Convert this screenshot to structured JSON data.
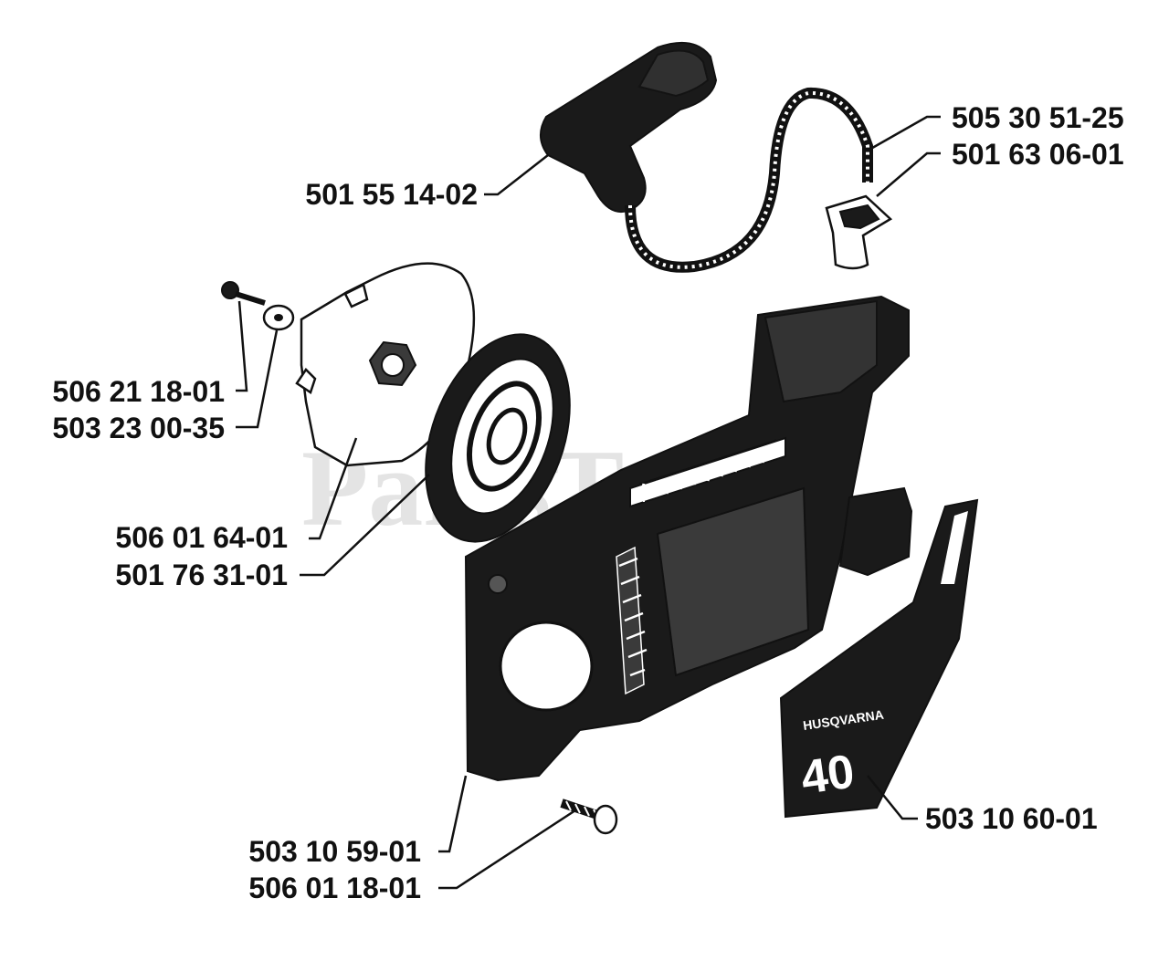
{
  "watermark": "PartsTree",
  "decal": {
    "brand": "HUSQVARNA",
    "model": "40"
  },
  "parts": {
    "handle": "501 55 14-02",
    "rope": "505 30 51-25",
    "rope_guide": "501 63 06-01",
    "screw_top": "506 21 18-01",
    "washer": "503 23 00-35",
    "pulley": "506 01 64-01",
    "spring": "501 76 31-01",
    "housing_part": "503 10 59-01",
    "screw_bottom": "506 01 18-01",
    "decal_part": "503 10 60-01"
  },
  "colors": {
    "ink": "#111111",
    "background": "#ffffff",
    "watermark": "#cfcfcf"
  }
}
